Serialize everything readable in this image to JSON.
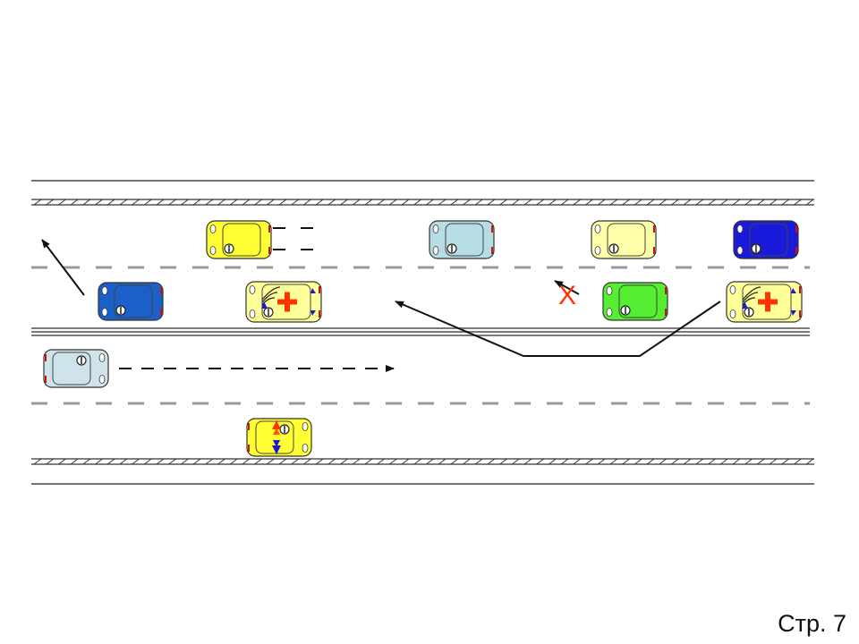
{
  "page": {
    "number_label": "Стр. 7"
  },
  "colors": {
    "road_line": "#222222",
    "lane_dash": "#9a9a9a",
    "divider": "#7a7a7a",
    "arrow": "#111111",
    "cross": "#ff3300",
    "cross_text": "X"
  },
  "vehicles": [
    {
      "name": "yellow-car-top-lane",
      "type": "car",
      "color": "#ffff33",
      "facing": "left"
    },
    {
      "name": "light-blue-car-top-lane",
      "type": "car",
      "color": "#b5dde3",
      "facing": "left"
    },
    {
      "name": "cream-car-top-lane",
      "type": "car",
      "color": "#ffffaa",
      "facing": "left"
    },
    {
      "name": "dark-blue-car-top-lane",
      "type": "car",
      "color": "#1a1adb",
      "facing": "left"
    },
    {
      "name": "blue-car-second-lane",
      "type": "car",
      "color": "#1a60c8",
      "facing": "left"
    },
    {
      "name": "ambulance-middle",
      "type": "ambulance",
      "color": "#ffff99",
      "facing": "left"
    },
    {
      "name": "green-car-second-lane",
      "type": "car",
      "color": "#55ee33",
      "facing": "left"
    },
    {
      "name": "ambulance-right",
      "type": "ambulance",
      "color": "#ffff99",
      "facing": "left"
    },
    {
      "name": "light-blue-car-oncoming",
      "type": "car",
      "color": "#cfe4ea",
      "facing": "right"
    },
    {
      "name": "yellow-police-car",
      "type": "police",
      "color": "#ffff33",
      "facing": "right"
    }
  ]
}
